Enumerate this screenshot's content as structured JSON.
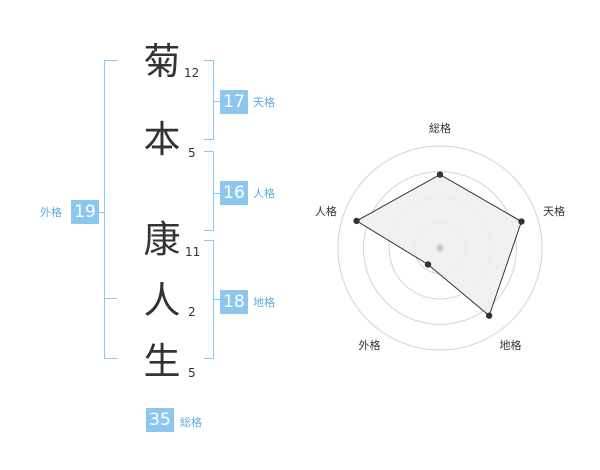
{
  "name": {
    "chars": [
      {
        "char": "菊",
        "strokes": "12"
      },
      {
        "char": "本",
        "strokes": "5"
      },
      {
        "char": "康",
        "strokes": "11"
      },
      {
        "char": "人",
        "strokes": "2"
      },
      {
        "char": "生",
        "strokes": "5"
      }
    ]
  },
  "kaku": {
    "tenkaku": {
      "value": "17",
      "label": "天格"
    },
    "jinkaku": {
      "value": "16",
      "label": "人格"
    },
    "chikaku": {
      "value": "18",
      "label": "地格"
    },
    "gaikaku": {
      "value": "19",
      "label": "外格"
    },
    "soukaku": {
      "value": "35",
      "label": "総格"
    }
  },
  "radar": {
    "axes": [
      "総格",
      "天格",
      "地格",
      "外格",
      "人格"
    ],
    "levels": 4,
    "values": [
      0.72,
      0.84,
      0.82,
      0.2,
      0.86
    ],
    "colors": {
      "ring": "#d4d4d4",
      "fill": "#efefef",
      "line": "#333333",
      "dot": "#333333",
      "center": "#c8c8c8"
    }
  }
}
